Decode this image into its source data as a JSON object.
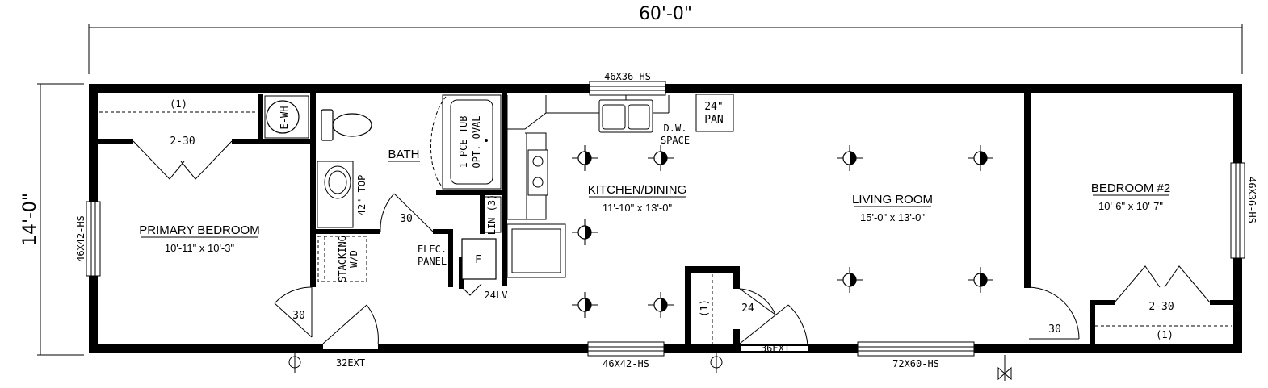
{
  "overall": {
    "width": "60'-0\"",
    "depth": "14'-0\""
  },
  "rooms": {
    "primary_bedroom": {
      "name": "PRIMARY BEDROOM",
      "size": "10'-11\" x 10'-3\""
    },
    "bath": {
      "name": "BATH"
    },
    "kitchen": {
      "name": "KITCHEN/DINING",
      "size": "11'-10\" x 13'-0\""
    },
    "living": {
      "name": "LIVING ROOM",
      "size": "15'-0\" x 13'-0\""
    },
    "bedroom2": {
      "name": "BEDROOM #2",
      "size": "10'-6\" x 10'-7\""
    }
  },
  "notes": {
    "shelf_primary": "(1)",
    "ewh": "E-WH",
    "closet_primary_door": "2-30",
    "tub_line1": "1-PCE TUB",
    "tub_line2": "OPT. OVAL",
    "vanity_top": "42\" TOP",
    "bath_door": "30",
    "linen": "LIN (3)",
    "stacking_line1": "STACKING",
    "stacking_line2": "W/D",
    "laundry_door": "30",
    "exterior_door_1": "32EXT",
    "elec_line1": "ELEC.",
    "elec_line2": "PANEL",
    "furnace": "F",
    "low_voltage": "24LV",
    "dw_line1": "D.W.",
    "dw_line2": "SPACE",
    "pan_line1": "24\"",
    "pan_line2": "PAN",
    "closet_entry_shelf": "(1)",
    "closet_entry_door": "24",
    "exterior_door_2": "36EXT",
    "bedroom2_door": "30",
    "closet_bedroom2_door": "2-30",
    "shelf_bedroom2": "(1)"
  },
  "windows": {
    "top_kitchen": "46X36-HS",
    "left_primary": "46X42-HS",
    "right_bedroom2": "46X36-HS",
    "bottom_dining": "46X42-HS",
    "bottom_living": "72X60-HS"
  }
}
